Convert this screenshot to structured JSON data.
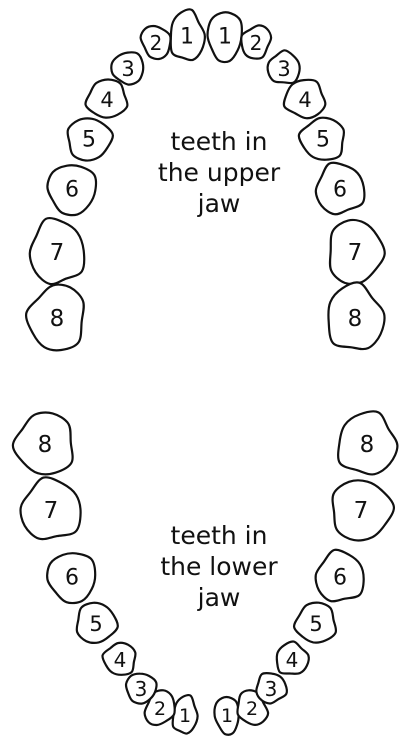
{
  "upper_jaw": {
    "caption": [
      "teeth in",
      "the upper",
      "jaw"
    ],
    "left_side": [
      "1",
      "2",
      "3",
      "4",
      "5",
      "6",
      "7",
      "8"
    ],
    "right_side": [
      "1",
      "2",
      "3",
      "4",
      "5",
      "6",
      "7",
      "8"
    ]
  },
  "lower_jaw": {
    "caption": [
      "teeth in",
      "the lower",
      "jaw"
    ],
    "left_side": [
      "1",
      "2",
      "3",
      "4",
      "5",
      "6",
      "7",
      "8"
    ],
    "right_side": [
      "1",
      "2",
      "3",
      "4",
      "5",
      "6",
      "7",
      "8"
    ]
  },
  "colors": {
    "outline": "#111111",
    "tooth_fill": "#ffffff",
    "background": "#ffffff"
  }
}
